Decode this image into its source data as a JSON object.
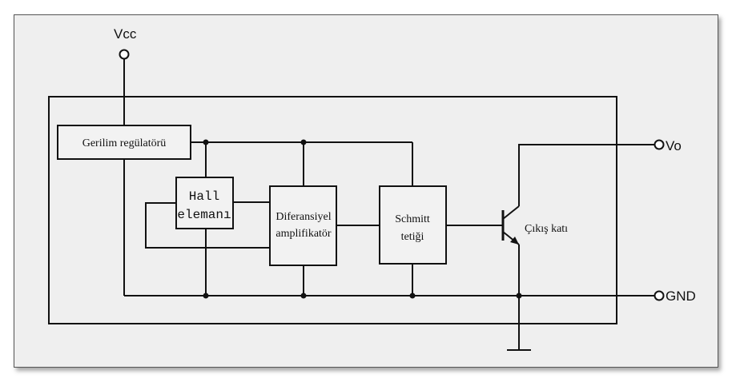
{
  "terminals": {
    "vcc": "Vcc",
    "vo": "Vo",
    "gnd": "GND"
  },
  "blocks": {
    "regulator": "Gerilim regülatörü",
    "hall_line1": "Hall",
    "hall_line2": "elemanı",
    "diff_line1": "Diferansiyel",
    "diff_line2": "amplifikatör",
    "schmitt_line1": "Schmitt",
    "schmitt_line2": "tetiği",
    "output_stage": "Çıkış katı"
  }
}
